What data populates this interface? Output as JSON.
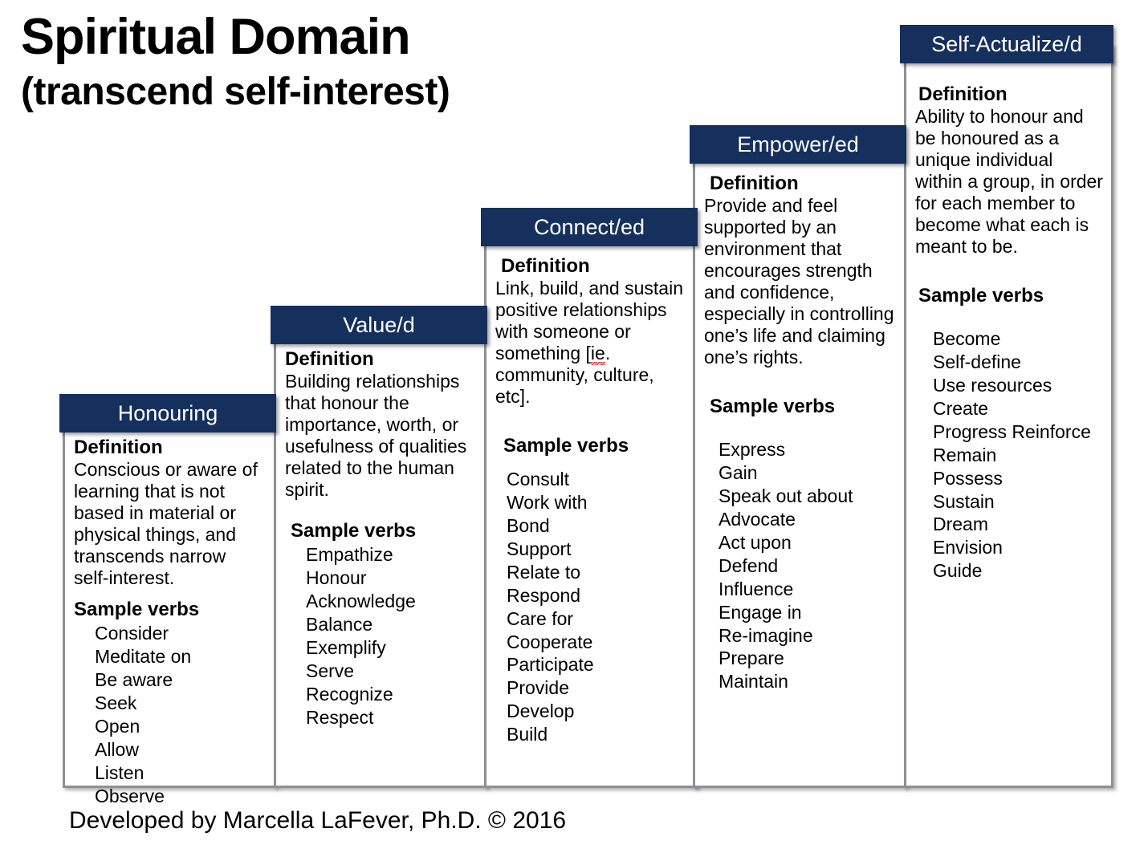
{
  "title": {
    "main": "Spiritual Domain",
    "sub": "(transcend self-interest)"
  },
  "labels": {
    "definition": "Definition",
    "sample_verbs": "Sample verbs"
  },
  "colors": {
    "header_navy": "#16305d",
    "box_border": "#8e9096",
    "page_background": "#ffffff",
    "spellcheck_underline": "#e02020"
  },
  "columns": [
    {
      "id": "honouring",
      "header": "Honouring",
      "definition": "Conscious or aware of learning that is not based in material or physical things, and transcends narrow self-interest.",
      "verbs": [
        "Consider",
        "Meditate on",
        "Be aware",
        "Seek",
        "Open",
        "Allow",
        "Listen",
        "Observe"
      ]
    },
    {
      "id": "valued",
      "header": "Value/d",
      "definition": "Building relationships that honour the importance, worth, or usefulness of qualities related to the human spirit.",
      "verbs": [
        "Empathize",
        "Honour",
        "Acknowledge",
        "Balance",
        "Exemplify",
        "Serve",
        "Recognize",
        "Respect"
      ]
    },
    {
      "id": "connected",
      "header": "Connect/ed",
      "definition_part1": "Link, build, and sustain positive relationships with someone or something [",
      "definition_misspelled": "ie",
      "definition_part2": ". community, culture, etc].",
      "definition": "Link, build, and sustain positive relationships with someone or something [ie. community, culture, etc].",
      "verbs": [
        "Consult",
        "Work with",
        "Bond",
        "Support",
        "Relate to",
        "Respond",
        "Care for",
        "Cooperate",
        "Participate",
        "Provide",
        "Develop",
        "Build"
      ]
    },
    {
      "id": "empowered",
      "header": "Empower/ed",
      "definition": "Provide and feel supported by an environment that encourages strength and confidence, especially in controlling one’s life and claiming one’s rights.",
      "verbs": [
        "Express",
        "Gain",
        "Speak out about",
        "Advocate",
        "Act upon",
        "Defend",
        "Influence",
        "Engage in",
        "Re-imagine",
        "Prepare",
        "Maintain"
      ]
    },
    {
      "id": "self-actualized",
      "header": "Self-Actualize/d",
      "definition": "Ability to honour and be honoured as a unique individual within a group, in order for each member to become what each is meant to be.",
      "verbs": [
        "Become",
        "Self-define",
        "Use resources",
        "Create",
        "Progress Reinforce",
        "Remain",
        "Possess",
        "Sustain",
        "Dream",
        "Envision",
        "Guide"
      ]
    }
  ],
  "footer": {
    "credit": "Developed by Marcella LaFever, Ph.D. © 2016"
  }
}
